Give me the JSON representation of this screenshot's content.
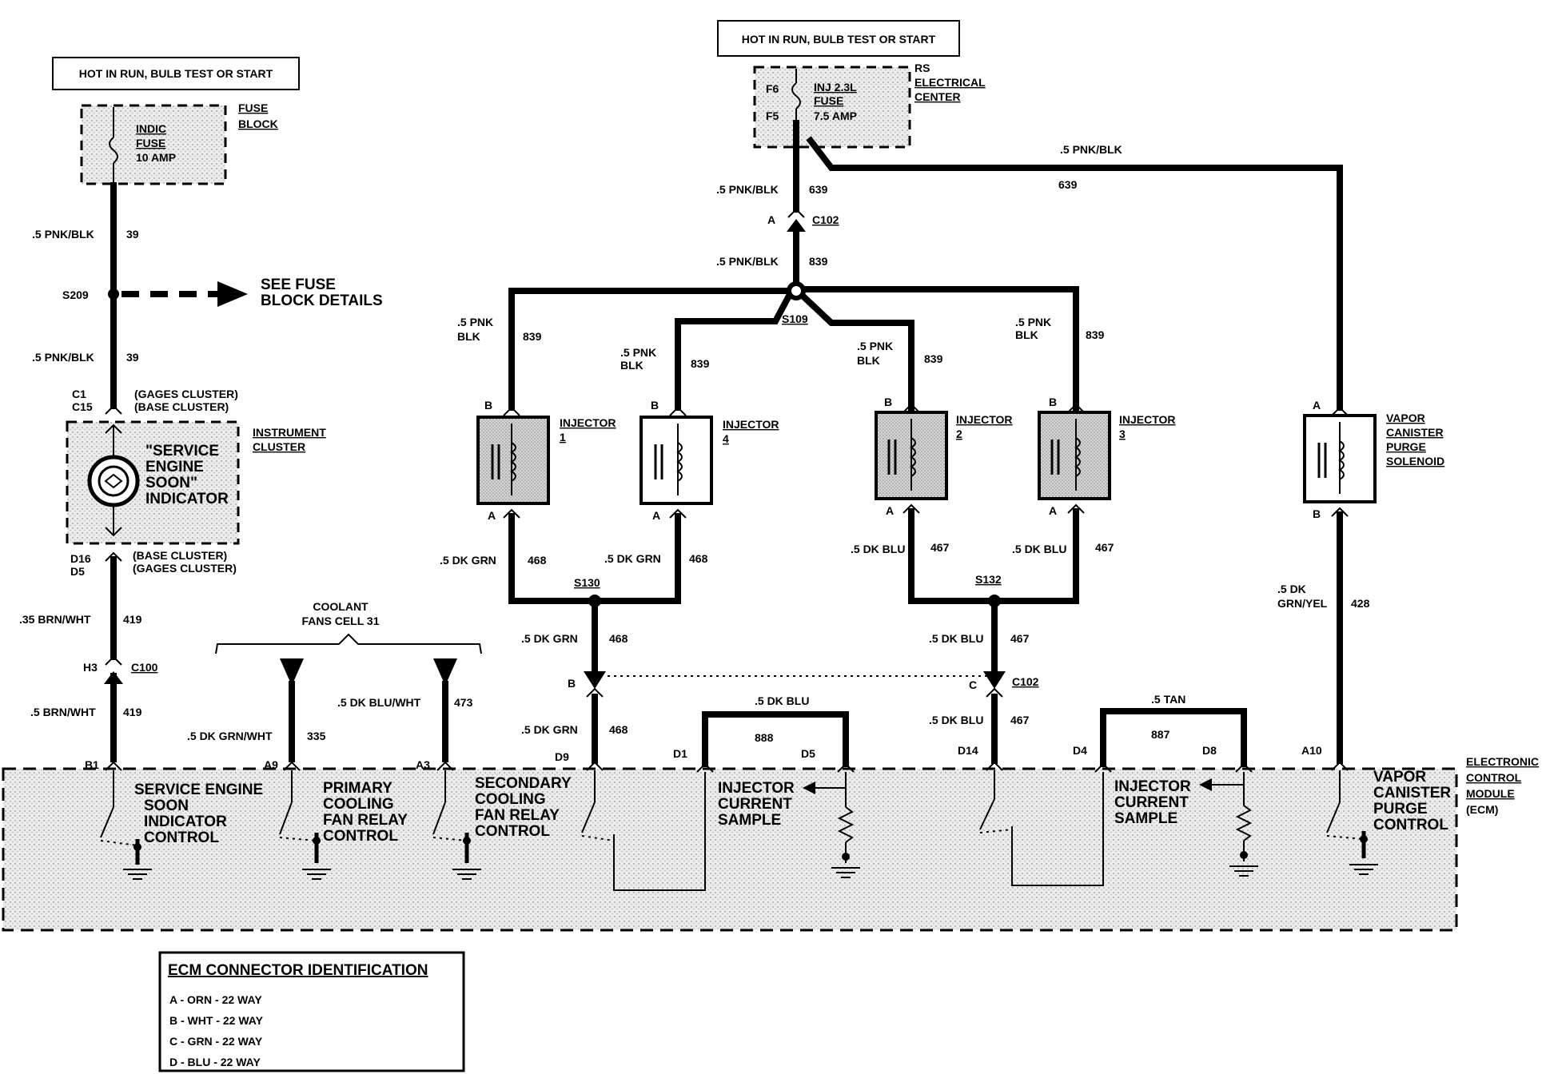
{
  "power": {
    "left_header": "HOT IN RUN, BULB TEST OR START",
    "right_header": "HOT IN RUN, BULB TEST OR START"
  },
  "fuse_block": {
    "fuse_lines": [
      "INDIC",
      "FUSE",
      "10 AMP"
    ],
    "label_lines": [
      "FUSE",
      "BLOCK"
    ]
  },
  "electrical_center": {
    "terminals": [
      "F6",
      "F5"
    ],
    "fuse_lines": [
      "INJ 2.3L",
      "FUSE",
      "7.5 AMP"
    ],
    "label_lines": [
      "RS",
      "ELECTRICAL",
      "CENTER"
    ]
  },
  "left_circuit": {
    "wire1": ".5 PNK/BLK",
    "wire1_num": "39",
    "splice": "S209",
    "fuse_details_lines": [
      "SEE FUSE",
      "BLOCK DETAILS"
    ],
    "wire2": ".5 PNK/BLK",
    "wire2_num": "39",
    "conn_top_ids": [
      "C1",
      "C15"
    ],
    "conn_top_desc": [
      "(GAGES CLUSTER)",
      "(BASE CLUSTER)"
    ],
    "cluster_label": [
      "INSTRUMENT",
      "CLUSTER"
    ],
    "indicator_lines": [
      "\"SERVICE",
      "ENGINE",
      "SOON\"",
      "INDICATOR"
    ],
    "conn_bot_ids": [
      "D16",
      "D5"
    ],
    "conn_bot_desc": [
      "(BASE CLUSTER)",
      "(GAGES CLUSTER)"
    ],
    "wire3": ".35 BRN/WHT",
    "wire3_num": "419",
    "c100_pin": "H3",
    "c100": "C100",
    "wire4": ".5 BRN/WHT",
    "wire4_num": "419"
  },
  "coolant": {
    "label_lines": [
      "COOLANT",
      "FANS CELL 31"
    ],
    "wire_a": ".5 DK GRN/WHT",
    "wire_a_num": "335",
    "wire_b": ".5 DK BLU/WHT",
    "wire_b_num": "473"
  },
  "injector_circuit": {
    "main_wire": ".5 PNK/BLK",
    "main_wire_num": "639",
    "c102_pin": "A",
    "c102": "C102",
    "splice_wire": ".5 PNK/BLK",
    "splice_wire_num": "839",
    "splice": "S109",
    "vapor_wire": ".5 PNK/BLK",
    "vapor_wire_num": "639",
    "injectors": [
      {
        "name": "INJECTOR",
        "num": "1",
        "wire_top_lines": [
          ".5 PNK",
          "BLK"
        ],
        "wire_top_num": "839",
        "wire_bot": ".5 DK GRN",
        "wire_bot_num": "468"
      },
      {
        "name": "INJECTOR",
        "num": "4",
        "wire_top_lines": [
          ".5 PNK",
          "BLK"
        ],
        "wire_top_num": "839",
        "wire_bot": ".5 DK GRN",
        "wire_bot_num": "468"
      },
      {
        "name": "INJECTOR",
        "num": "2",
        "wire_top_lines": [
          ".5 PNK",
          "BLK"
        ],
        "wire_top_num": "839",
        "wire_bot": ".5 DK BLU",
        "wire_bot_num": "467"
      },
      {
        "name": "INJECTOR",
        "num": "3",
        "wire_top_lines": [
          ".5 PNK",
          "BLK"
        ],
        "wire_top_num": "839",
        "wire_bot": ".5 DK BLU",
        "wire_bot_num": "467"
      }
    ],
    "pin_b": "B",
    "pin_a": "A",
    "s130": "S130",
    "s132": "S132",
    "grn_wire": ".5 DK GRN",
    "grn_num": "468",
    "blu_wire": ".5 DK BLU",
    "blu_num": "467",
    "grn_wire2": ".5 DK GRN",
    "grn_num2": "468",
    "blu_wire2": ".5 DK BLU",
    "blu_num2": "467",
    "b_pin": "B",
    "c_pin": "C",
    "c102b": "C102",
    "loop1_wire": ".5 DK BLU",
    "loop1_num": "888",
    "loop2_wire": ".5 TAN",
    "loop2_num": "887"
  },
  "vapor": {
    "label_lines": [
      "VAPOR",
      "CANISTER",
      "PURGE",
      "SOLENOID"
    ],
    "pin_a": "A",
    "pin_b": "B",
    "wire_lines": [
      ".5 DK",
      "GRN/YEL"
    ],
    "wire_num": "428"
  },
  "ecm": {
    "label_lines": [
      "ELECTRONIC",
      "CONTROL",
      "MODULE",
      "(ECM)"
    ],
    "pins": [
      "B1",
      "A9",
      "A3",
      "D9",
      "D1",
      "D5",
      "D14",
      "D4",
      "D8",
      "A10"
    ],
    "service_lines": [
      "SERVICE ENGINE",
      "SOON",
      "INDICATOR",
      "CONTROL"
    ],
    "primary_lines": [
      "PRIMARY",
      "COOLING",
      "FAN RELAY",
      "CONTROL"
    ],
    "secondary_lines": [
      "SECONDARY",
      "COOLING",
      "FAN RELAY",
      "CONTROL"
    ],
    "sample1_lines": [
      "INJECTOR",
      "CURRENT",
      "SAMPLE"
    ],
    "sample2_lines": [
      "INJECTOR",
      "CURRENT",
      "SAMPLE"
    ],
    "vapor_ctrl_lines": [
      "VAPOR",
      "CANISTER",
      "PURGE",
      "CONTROL"
    ]
  },
  "connector_id": {
    "title": "ECM CONNECTOR IDENTIFICATION",
    "rows": [
      "A - ORN - 22 WAY",
      "B - WHT - 22 WAY",
      "C - GRN - 22 WAY",
      "D - BLU - 22 WAY"
    ]
  },
  "colors": {
    "ink": "#000000",
    "ecm_shade": "#d9d9d9",
    "component_shade": "#cfcfcf"
  }
}
